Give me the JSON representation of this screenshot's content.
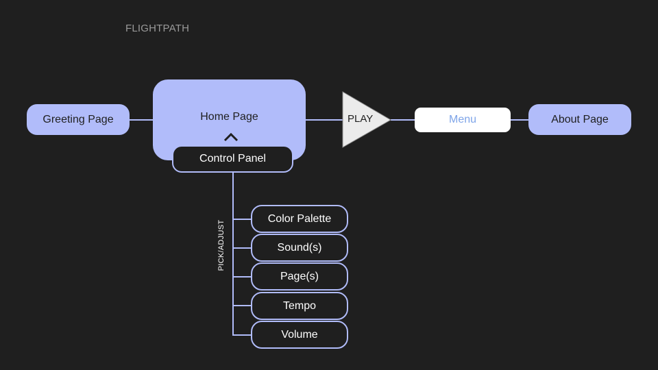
{
  "title": "FLIGHTPATH",
  "nodes": {
    "greeting": "Greeting Page",
    "home": "Home Page",
    "control_panel": "Control Panel",
    "play": "PLAY",
    "menu": "Menu",
    "about": "About Page"
  },
  "settings_label": "PICK/ADJUST",
  "settings": [
    "Color Palette",
    "Sound(s)",
    "Page(s)",
    "Tempo",
    "Volume"
  ],
  "icons": {
    "home_expand": "chevron-up-icon",
    "play": "play-triangle"
  },
  "colors": {
    "background": "#1f1f1f",
    "accent": "#b1bcfa",
    "menu_text": "#7ea4e8",
    "play_fill": "#ebebeb"
  }
}
